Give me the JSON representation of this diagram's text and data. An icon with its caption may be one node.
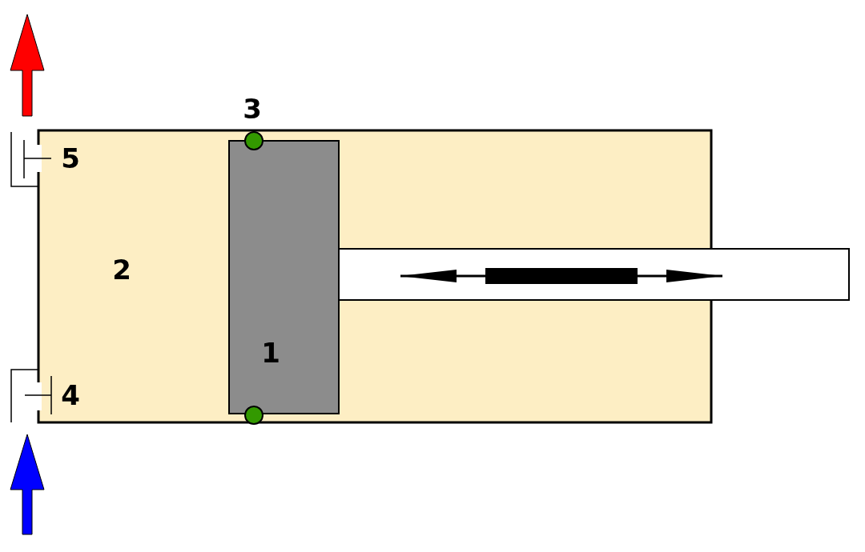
{
  "diagram": {
    "labels": [
      "3",
      "5",
      "2",
      "1",
      "4"
    ]
  }
}
